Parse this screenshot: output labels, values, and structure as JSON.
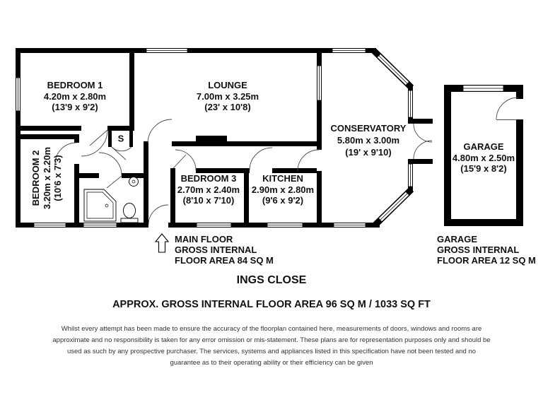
{
  "plan": {
    "rooms": {
      "bedroom1": {
        "name": "BEDROOM 1",
        "metric": "4.20m x 2.80m",
        "imperial": "(13'9 x 9'2)"
      },
      "lounge": {
        "name": "LOUNGE",
        "metric": "7.00m x 3.25m",
        "imperial": "(23' x 10'8)"
      },
      "conservatory": {
        "name": "CONSERVATORY",
        "metric": "5.80m x 3.00m",
        "imperial": "(19' x 9'10)"
      },
      "bedroom2": {
        "name": "BEDROOM 2",
        "metric": "3.20m x 2.20m",
        "imperial": "(10'6 x 7'3)"
      },
      "bedroom3": {
        "name": "BEDROOM 3",
        "metric": "2.70m x 2.40m",
        "imperial": "(8'10 x 7'10)"
      },
      "kitchen": {
        "name": "KITCHEN",
        "metric": "2.90m x 2.80m",
        "imperial": "(9'6 x 9'2)"
      },
      "garage": {
        "name": "GARAGE",
        "metric": "4.80m x 2.50m",
        "imperial": "(15'9 x 8'2)"
      }
    },
    "cupboard_label": "S"
  },
  "annotations": {
    "main_floor_area": {
      "line1": "MAIN FLOOR",
      "line2": "GROSS INTERNAL",
      "line3": "FLOOR AREA 84 SQ M"
    },
    "garage_area": {
      "line1": "GARAGE",
      "line2": "GROSS INTERNAL",
      "line3": "FLOOR AREA 12 SQ M"
    },
    "street_name": "INGS CLOSE",
    "total_area": "APPROX. GROSS INTERNAL FLOOR AREA 96 SQ M / 1033 SQ FT"
  },
  "disclaimer": {
    "line1": "Whilst every attempt has been made to ensure the accuracy of the floorplan contained here, measurements of doors, windows and rooms are",
    "line2": "approximate and no responsibility is taken for any error omission or mis-statement. These plans are for representation purposes only and should be",
    "line3": "used as such by any prospective purchaser. The services, systems and appliances listed in this specification have not been tested and no",
    "line4": "guarantee as to their operating ability or their efficiency can be given"
  },
  "colors": {
    "wall": "#000000",
    "text": "#111111",
    "disclaimer_text": "#333333",
    "background": "#ffffff"
  }
}
